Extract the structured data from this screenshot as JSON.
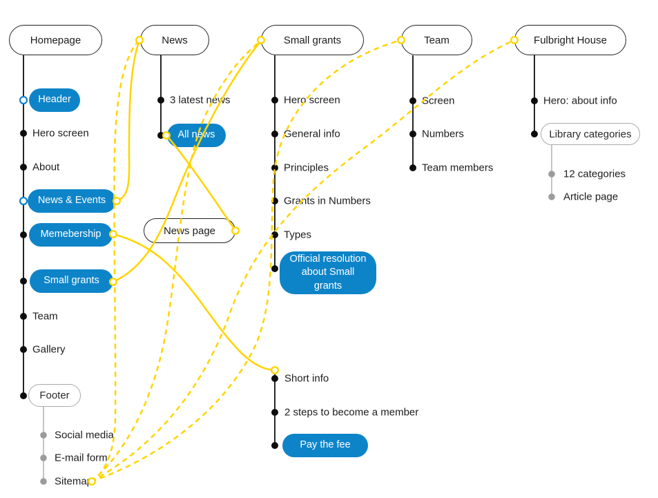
{
  "colors": {
    "accent_blue": "#0e84c8",
    "connector_yellow": "#ffd505",
    "line_black": "#0d0d0d",
    "muted_gray": "#9b9b9b"
  },
  "pages": {
    "homepage": {
      "title": "Homepage",
      "items": [
        {
          "label": "Header"
        },
        {
          "label": "Hero screen"
        },
        {
          "label": "About"
        },
        {
          "label": "News & Events"
        },
        {
          "label": "Memebership"
        },
        {
          "label": "Small grants"
        },
        {
          "label": "Team"
        },
        {
          "label": "Gallery"
        },
        {
          "label": "Footer"
        }
      ]
    },
    "footer_children": [
      {
        "label": "Social media"
      },
      {
        "label": "E-mail form"
      },
      {
        "label": "Sitemap"
      }
    ],
    "news": {
      "title": "News",
      "items": [
        {
          "label": "3 latest news"
        },
        {
          "label": "All news"
        }
      ]
    },
    "news_page": {
      "title": "News page"
    },
    "small_grants": {
      "title": "Small grants",
      "items": [
        {
          "label": "Hero screen"
        },
        {
          "label": "General info"
        },
        {
          "label": "Principles"
        },
        {
          "label": "Grants in Numbers"
        },
        {
          "label": "Types"
        },
        {
          "label": "Official resolution about Small grants"
        }
      ]
    },
    "membership_flow": {
      "items": [
        {
          "label": "Short info"
        },
        {
          "label": "2 steps to become a member"
        },
        {
          "label": "Pay the fee"
        }
      ]
    },
    "team": {
      "title": "Team",
      "items": [
        {
          "label": "Screen"
        },
        {
          "label": "Numbers"
        },
        {
          "label": "Team members"
        }
      ]
    },
    "fulbright_house": {
      "title": "Fulbright House",
      "items": [
        {
          "label": "Hero: about info"
        },
        {
          "label": "Library categories"
        }
      ]
    },
    "library_children": [
      {
        "label": "12 categories"
      },
      {
        "label": "Article page"
      }
    ]
  },
  "connections": {
    "solid_links": [
      {
        "from": "News & Events",
        "to": "News"
      },
      {
        "from": "Memebership",
        "to": "Short info"
      },
      {
        "from": "Small grants (homepage)",
        "to": "Small grants"
      },
      {
        "from": "All news",
        "to": "News page"
      }
    ],
    "dashed_links": [
      {
        "from": "Sitemap",
        "to": "News"
      },
      {
        "from": "Sitemap",
        "to": "Small grants"
      },
      {
        "from": "Sitemap",
        "to": "Team"
      },
      {
        "from": "Sitemap",
        "to": "Fulbright House"
      }
    ]
  }
}
